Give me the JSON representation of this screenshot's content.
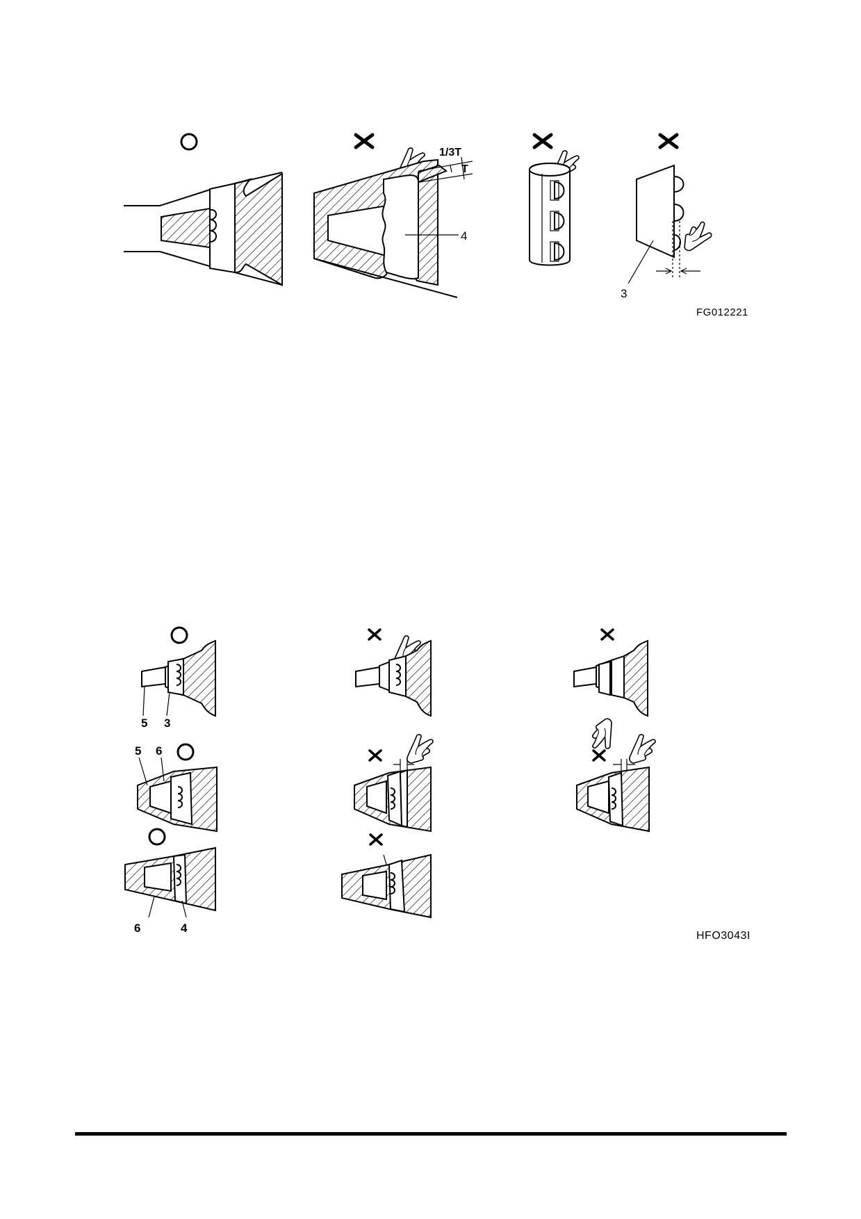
{
  "figure_top": {
    "code": "FG012221",
    "labels": {
      "part4": "4",
      "part3": "3",
      "third_t": "1/3T",
      "t": "T"
    },
    "marks": [
      "correct",
      "wrong",
      "wrong",
      "wrong"
    ]
  },
  "figure_bottom": {
    "code": "HFO3043I",
    "labels": {
      "a_5": "5",
      "a_3": "3",
      "b_5": "5",
      "b_6": "6",
      "c_6": "6",
      "c_4": "4"
    },
    "marks": [
      "correct",
      "correct",
      "correct",
      "wrong",
      "wrong",
      "wrong",
      "wrong",
      "wrong"
    ]
  },
  "colors": {
    "ink": "#000000",
    "paper": "#ffffff"
  }
}
